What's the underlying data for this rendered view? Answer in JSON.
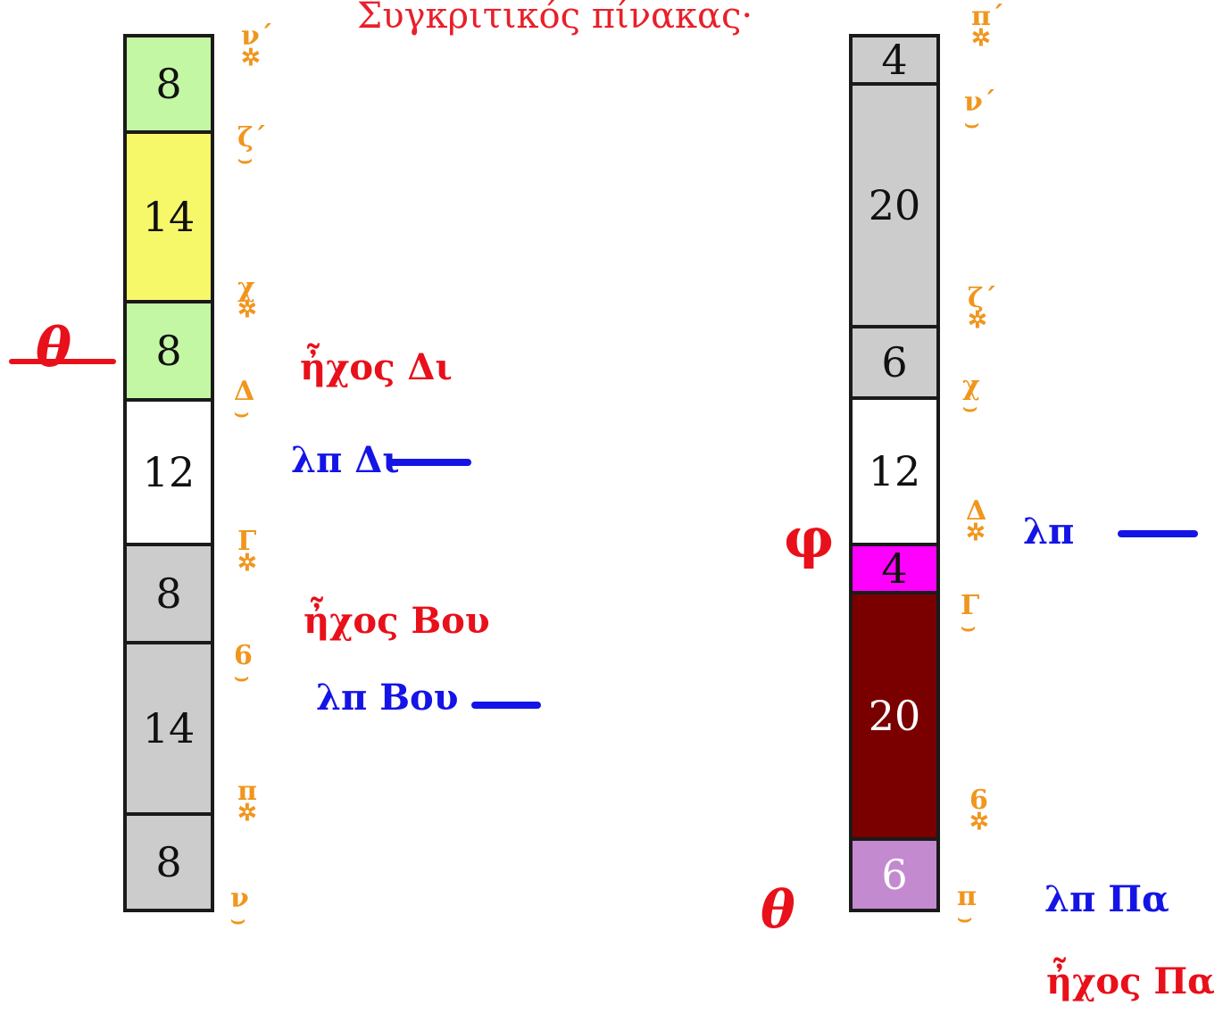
{
  "title": "Συγκριτικός πίνακας·",
  "colors": {
    "green": "#c4f7a4",
    "yellow": "#f7f76a",
    "white": "#ffffff",
    "gray": "#cccccc",
    "magenta": "#ff00ff",
    "maroon": "#7a0000",
    "lilac": "#c38ad0",
    "orange": "#f0961e",
    "red": "#e8101a",
    "blue": "#1414e6"
  },
  "left_scale": {
    "segments": [
      {
        "value": "8",
        "color": "green"
      },
      {
        "value": "14",
        "color": "yellow"
      },
      {
        "value": "8",
        "color": "green"
      },
      {
        "value": "12",
        "color": "white"
      },
      {
        "value": "8",
        "color": "gray"
      },
      {
        "value": "14",
        "color": "gray"
      },
      {
        "value": "8",
        "color": "gray"
      }
    ],
    "labels": [
      "ν΄",
      "ζ΄",
      "χ",
      "Δ",
      "Γ",
      "6",
      "π",
      "ν"
    ],
    "start_sign": "θ",
    "phrases": [
      {
        "text": "ἦχος Δι",
        "color": "red"
      },
      {
        "text": "λπ Δι",
        "color": "blue"
      },
      {
        "text": "ἦχος Βου",
        "color": "red"
      },
      {
        "text": "λπ Βου",
        "color": "blue"
      }
    ]
  },
  "right_scale": {
    "segments": [
      {
        "value": "4",
        "color": "gray"
      },
      {
        "value": "20",
        "color": "gray"
      },
      {
        "value": "6",
        "color": "gray"
      },
      {
        "value": "12",
        "color": "white"
      },
      {
        "value": "4",
        "color": "magenta"
      },
      {
        "value": "20",
        "color": "maroon"
      },
      {
        "value": "6",
        "color": "lilac"
      }
    ],
    "labels": [
      "π΄",
      "ν΄",
      "ζ΄",
      "χ",
      "Δ",
      "Γ",
      "6",
      "π"
    ],
    "start_signs": [
      "φ",
      "θ"
    ],
    "phrases": [
      {
        "text": "λπ",
        "color": "blue"
      },
      {
        "text": "λπ Πα",
        "color": "blue"
      },
      {
        "text": "ἦχος Πα",
        "color": "red"
      }
    ]
  }
}
